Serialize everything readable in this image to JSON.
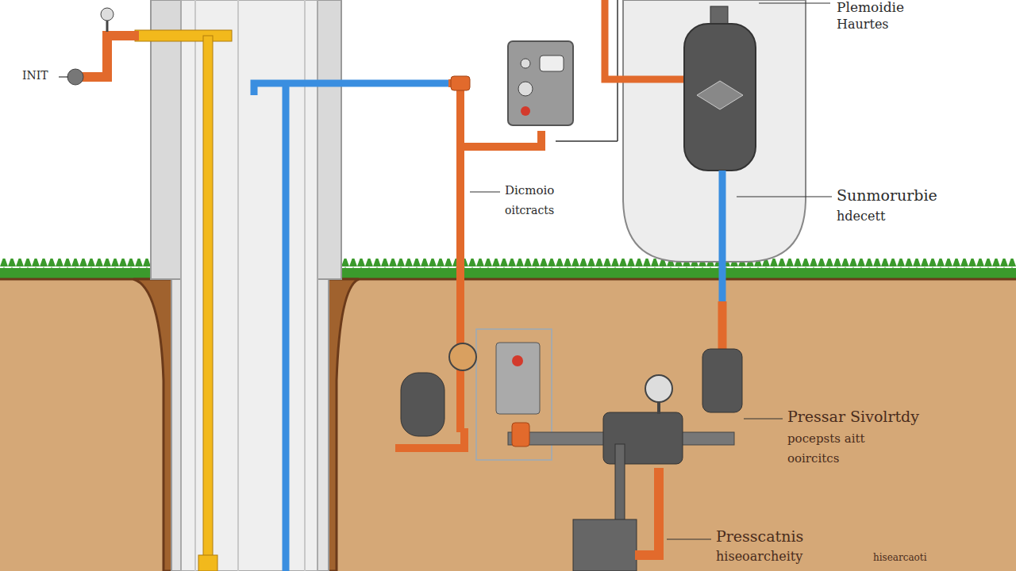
{
  "diagram": {
    "labels": [
      "INIT",
      "Plemoidie",
      "Haurtes",
      "Dicmoio",
      "oitcracts",
      "Sunmorurbie",
      "hdecett",
      "Pressar Sivolrtdy",
      "pocepsts aitt",
      "ooircitcs",
      "Presscatnis",
      "hiseoarcheity",
      "hisearcaoti"
    ]
  }
}
